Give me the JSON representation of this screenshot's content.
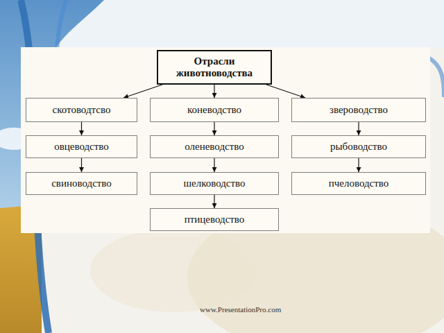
{
  "diagram": {
    "nodes": [
      {
        "text": [
          "Отрасли животноводства"
        ]
      },
      {
        "text": [
          "скотоводтсво"
        ]
      },
      {
        "text": [
          "коневодство"
        ]
      },
      {
        "text": [
          "звероводство"
        ]
      },
      {
        "text": [
          "овцеводство"
        ]
      },
      {
        "text": [
          "оленеводство"
        ]
      },
      {
        "text": [
          "рыбоводство"
        ]
      },
      {
        "text": [
          "свиноводство"
        ]
      },
      {
        "text": [
          "шелководство"
        ]
      },
      {
        "text": [
          "пчеловодство"
        ]
      },
      {
        "text": [
          "птицеводство"
        ]
      }
    ],
    "edges": [
      {
        "from": 0,
        "to": 1,
        "arrow": "to"
      },
      {
        "from": 0,
        "to": 2,
        "arrow": "to"
      },
      {
        "from": 0,
        "to": 3,
        "arrow": "to"
      },
      {
        "from": 1,
        "to": 4,
        "arrow": "to"
      },
      {
        "from": 4,
        "to": 7,
        "arrow": "to"
      },
      {
        "from": 2,
        "to": 5,
        "arrow": "to"
      },
      {
        "from": 5,
        "to": 8,
        "arrow": "to"
      },
      {
        "from": 8,
        "to": 10,
        "arrow": "to"
      },
      {
        "from": 3,
        "to": 6,
        "arrow": "to"
      },
      {
        "from": 6,
        "to": 9,
        "arrow": "to"
      }
    ],
    "labels": [
      "www.PresentationPro.com"
    ]
  }
}
